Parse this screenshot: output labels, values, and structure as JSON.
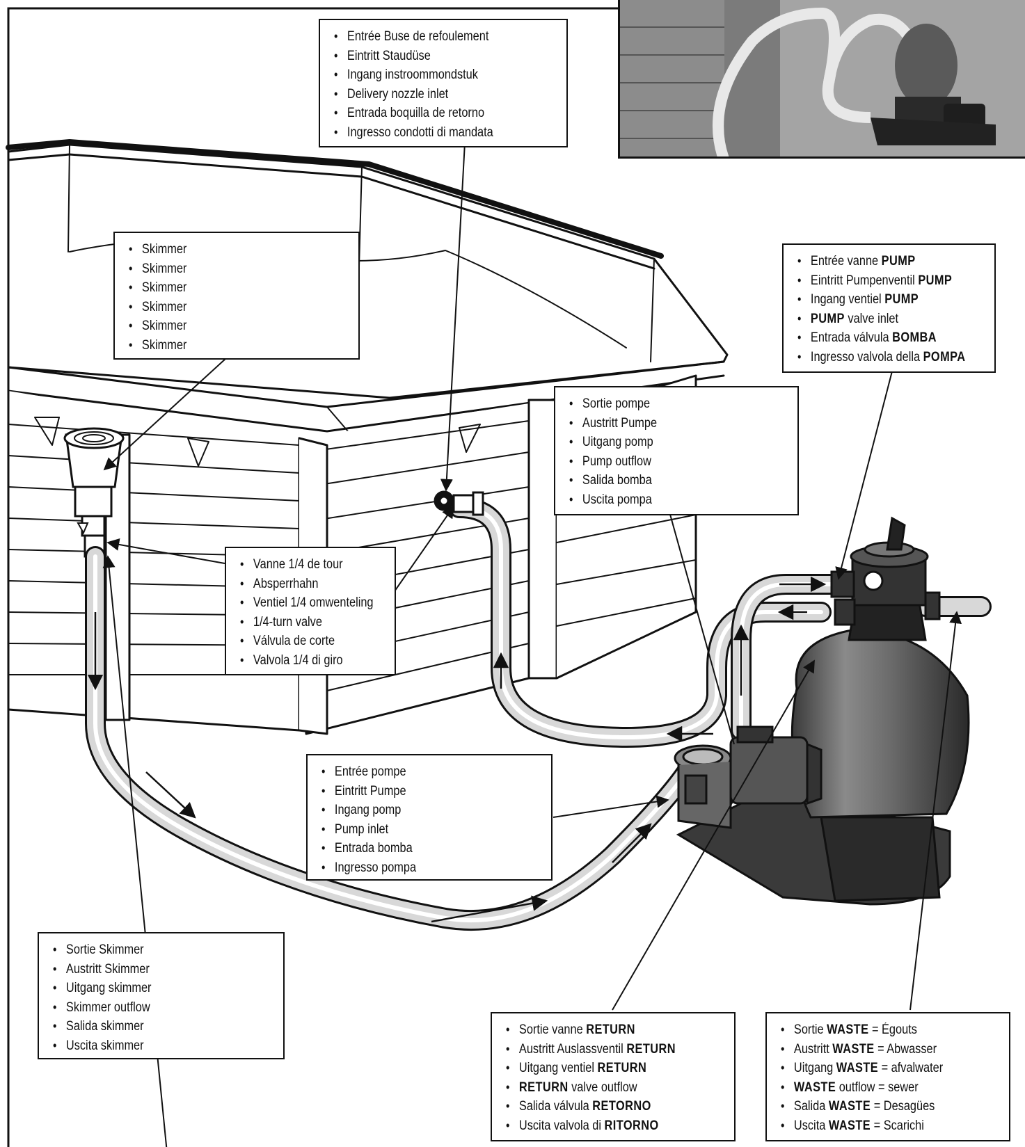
{
  "boxes": {
    "nozzle": {
      "items": [
        {
          "pre": "Entrée Buse de refoulement",
          "bold": "",
          "post": ""
        },
        {
          "pre": "Eintritt Staudüse",
          "bold": "",
          "post": ""
        },
        {
          "pre": "Ingang instroommondstuk",
          "bold": "",
          "post": ""
        },
        {
          "pre": "Delivery nozzle inlet",
          "bold": "",
          "post": ""
        },
        {
          "pre": "Entrada boquilla de retorno",
          "bold": "",
          "post": ""
        },
        {
          "pre": "Ingresso  condotti di mandata",
          "bold": "",
          "post": ""
        }
      ]
    },
    "skimmer": {
      "items": [
        {
          "pre": "Skimmer",
          "bold": "",
          "post": ""
        },
        {
          "pre": "Skimmer",
          "bold": "",
          "post": ""
        },
        {
          "pre": "Skimmer",
          "bold": "",
          "post": ""
        },
        {
          "pre": "Skimmer",
          "bold": "",
          "post": ""
        },
        {
          "pre": "Skimmer",
          "bold": "",
          "post": ""
        },
        {
          "pre": "Skimmer",
          "bold": "",
          "post": ""
        }
      ]
    },
    "pump_valve": {
      "items": [
        {
          "pre": "Entrée vanne ",
          "bold": "PUMP",
          "post": ""
        },
        {
          "pre": "Eintritt Pumpenventil ",
          "bold": "PUMP",
          "post": ""
        },
        {
          "pre": "Ingang ventiel ",
          "bold": "PUMP",
          "post": ""
        },
        {
          "pre": "",
          "bold": "PUMP",
          "post": " valve inlet"
        },
        {
          "pre": "Entrada válvula ",
          "bold": "BOMBA",
          "post": ""
        },
        {
          "pre": "Ingresso valvola della ",
          "bold": "POMPA",
          "post": ""
        }
      ]
    },
    "pump_out": {
      "items": [
        {
          "pre": "Sortie pompe",
          "bold": "",
          "post": ""
        },
        {
          "pre": "Austritt Pumpe",
          "bold": "",
          "post": ""
        },
        {
          "pre": "Uitgang pomp",
          "bold": "",
          "post": ""
        },
        {
          "pre": "Pump outflow",
          "bold": "",
          "post": ""
        },
        {
          "pre": "Salida bomba",
          "bold": "",
          "post": ""
        },
        {
          "pre": "Uscita pompa",
          "bold": "",
          "post": ""
        }
      ]
    },
    "valve": {
      "items": [
        {
          "pre": "Vanne 1/4 de tour",
          "bold": "",
          "post": ""
        },
        {
          "pre": "Absperrhahn",
          "bold": "",
          "post": ""
        },
        {
          "pre": "Ventiel 1/4 omwenteling",
          "bold": "",
          "post": ""
        },
        {
          "pre": "1/4-turn valve",
          "bold": "",
          "post": ""
        },
        {
          "pre": "Válvula de corte",
          "bold": "",
          "post": ""
        },
        {
          "pre": "Valvola 1/4 di giro",
          "bold": "",
          "post": ""
        }
      ]
    },
    "pump_in": {
      "items": [
        {
          "pre": "Entrée pompe",
          "bold": "",
          "post": ""
        },
        {
          "pre": "Eintritt Pumpe",
          "bold": "",
          "post": ""
        },
        {
          "pre": "Ingang pomp",
          "bold": "",
          "post": ""
        },
        {
          "pre": "Pump inlet",
          "bold": "",
          "post": ""
        },
        {
          "pre": "Entrada bomba",
          "bold": "",
          "post": ""
        },
        {
          "pre": "Ingresso  pompa",
          "bold": "",
          "post": ""
        }
      ]
    },
    "skimmer_out": {
      "items": [
        {
          "pre": "Sortie Skimmer",
          "bold": "",
          "post": ""
        },
        {
          "pre": "Austritt Skimmer",
          "bold": "",
          "post": ""
        },
        {
          "pre": "Uitgang skimmer",
          "bold": "",
          "post": ""
        },
        {
          "pre": "Skimmer outflow",
          "bold": "",
          "post": ""
        },
        {
          "pre": "Salida skimmer",
          "bold": "",
          "post": ""
        },
        {
          "pre": "Uscita  skimmer",
          "bold": "",
          "post": ""
        }
      ]
    },
    "return": {
      "items": [
        {
          "pre": "Sortie vanne ",
          "bold": "RETURN",
          "post": ""
        },
        {
          "pre": "Austritt Auslassventil ",
          "bold": "RETURN",
          "post": ""
        },
        {
          "pre": "Uitgang ventiel ",
          "bold": "RETURN",
          "post": ""
        },
        {
          "pre": "",
          "bold": "RETURN",
          "post": " valve outflow"
        },
        {
          "pre": "Salida válvula ",
          "bold": "RETORNO",
          "post": ""
        },
        {
          "pre": "Uscita  valvola di ",
          "bold": "RITORNO",
          "post": ""
        }
      ]
    },
    "waste": {
      "items": [
        {
          "pre": "Sortie ",
          "bold": "WASTE",
          "post": " = Égouts"
        },
        {
          "pre": "Austritt  ",
          "bold": "WASTE",
          "post": " = Abwasser"
        },
        {
          "pre": "Uitgang ",
          "bold": "WASTE",
          "post": " = afvalwater"
        },
        {
          "pre": "",
          "bold": "WASTE",
          "post": " outflow = sewer"
        },
        {
          "pre": "Salida ",
          "bold": "WASTE",
          "post": " = Desagües"
        },
        {
          "pre": "Uscita ",
          "bold": "WASTE",
          "post": " = Scarichi"
        }
      ]
    }
  }
}
